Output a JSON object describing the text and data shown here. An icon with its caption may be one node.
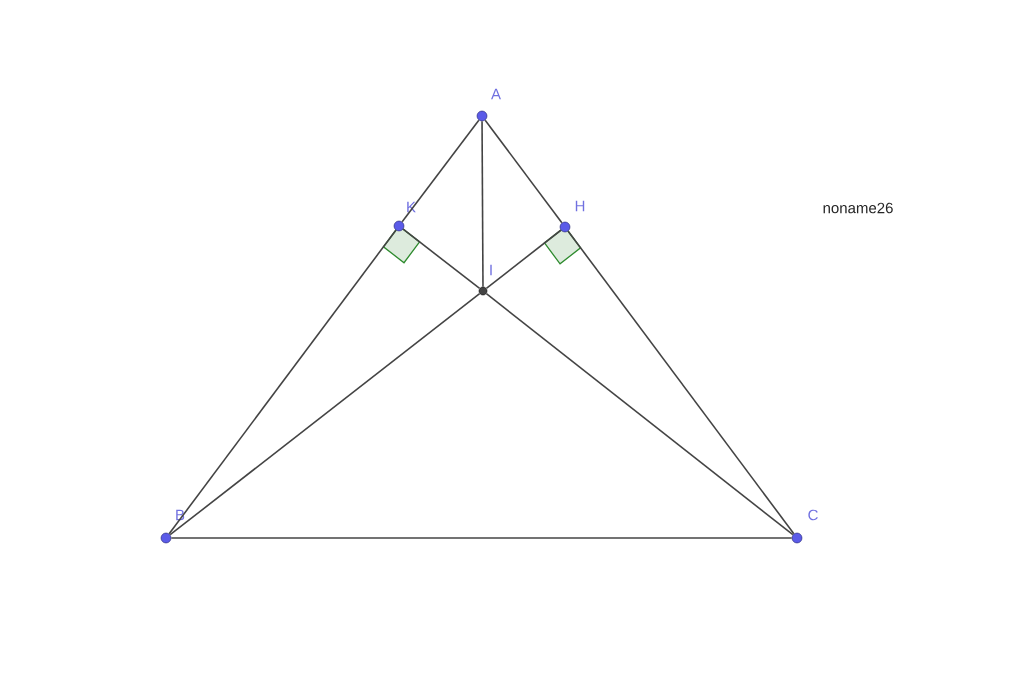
{
  "diagram": {
    "nodes": [
      {
        "text": [],
        "shape": "circle",
        "beside": [
          "A"
        ]
      },
      {
        "text": [],
        "shape": "circle",
        "beside": [
          "K"
        ]
      },
      {
        "text": [],
        "shape": "circle",
        "beside": [
          "H"
        ]
      },
      {
        "text": [],
        "shape": "circle",
        "beside": [
          "I"
        ]
      },
      {
        "text": [],
        "shape": "circle",
        "beside": [
          "B"
        ]
      },
      {
        "text": [],
        "shape": "circle",
        "beside": [
          "C"
        ]
      }
    ],
    "edges": [
      {
        "from": 0,
        "to": 1,
        "arrow": "none"
      },
      {
        "from": 1,
        "to": 4,
        "arrow": "none"
      },
      {
        "from": 0,
        "to": 2,
        "arrow": "none"
      },
      {
        "from": 2,
        "to": 5,
        "arrow": "none"
      },
      {
        "from": 4,
        "to": 5,
        "arrow": "none"
      },
      {
        "from": 0,
        "to": 3,
        "arrow": "none"
      },
      {
        "from": 4,
        "to": 3,
        "arrow": "none"
      },
      {
        "from": 3,
        "to": 2,
        "arrow": "none"
      },
      {
        "from": 5,
        "to": 3,
        "arrow": "none"
      },
      {
        "from": 3,
        "to": 1,
        "arrow": "none"
      }
    ],
    "labels": [
      "noname26"
    ]
  }
}
